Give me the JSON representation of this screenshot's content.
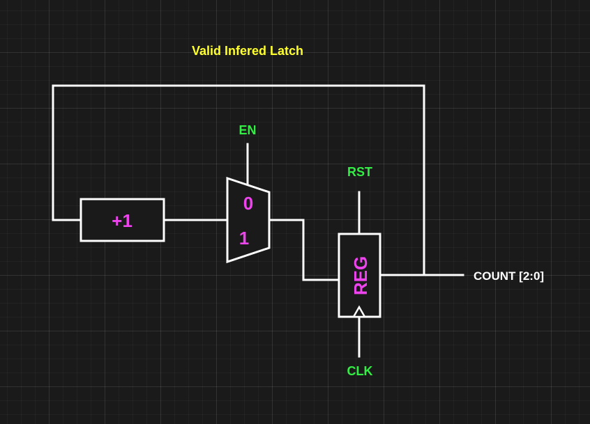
{
  "title": "Valid Infered Latch",
  "incrementer": {
    "label": "+1"
  },
  "mux": {
    "input0": "0",
    "input1": "1",
    "select_label": "EN"
  },
  "register": {
    "label": "REG",
    "reset_label": "RST",
    "clock_label": "CLK"
  },
  "output": {
    "label": "COUNT [2:0]"
  },
  "colors": {
    "background": "#1a1a1a",
    "wire": "#ffffff",
    "title": "#ffff2e",
    "signal_label": "#33ee44",
    "component_label": "#ee44ee",
    "output_label": "#ffffff"
  }
}
